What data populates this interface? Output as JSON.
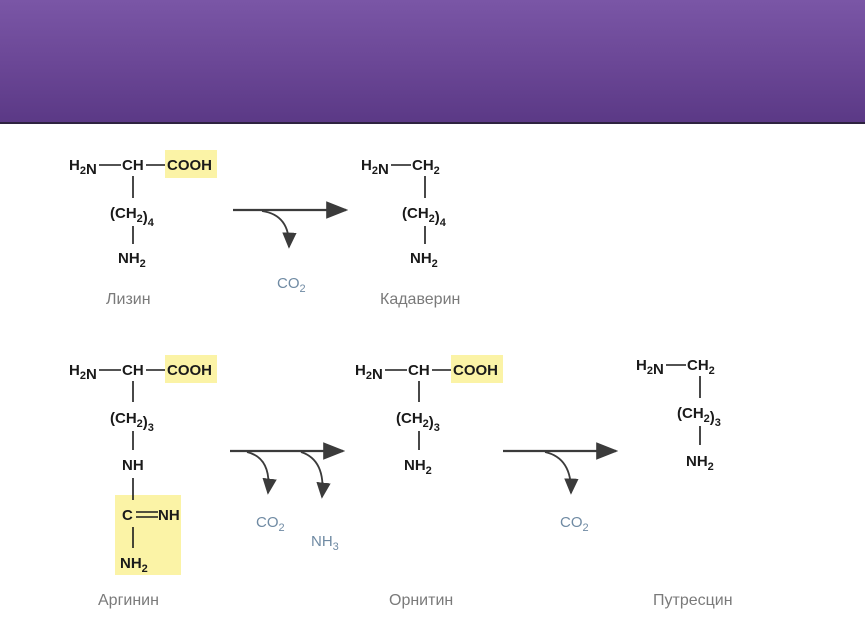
{
  "lysine": {
    "amine": "H2N",
    "ch": "CH",
    "cooh": "COOH",
    "chain": "(CH2)4",
    "nh2": "NH2",
    "name": "Лизин"
  },
  "cadaverine": {
    "amine": "H2N",
    "ch2": "CH2",
    "chain": "(CH2)4",
    "nh2": "NH2",
    "name": "Кадаверин"
  },
  "reaction1": {
    "co2": "CO2"
  },
  "arginine": {
    "amine": "H2N",
    "ch": "CH",
    "cooh": "COOH",
    "chain": "(CH2)3",
    "nh": "NH",
    "c": "C",
    "eq_nh": "NH",
    "nh2": "NH2",
    "name": "Аргинин"
  },
  "reaction2": {
    "co2": "CO2",
    "nh3": "NH3"
  },
  "ornithine": {
    "amine": "H2N",
    "ch": "CH",
    "cooh": "COOH",
    "chain": "(CH2)3",
    "nh2": "NH2",
    "name": "Орнитин"
  },
  "reaction3": {
    "co2": "CO2"
  },
  "putrescine": {
    "amine": "H2N",
    "ch2": "CH2",
    "chain": "(CH2)3",
    "nh2": "NH2",
    "name": "Путресцин"
  },
  "colors": {
    "banner": "#6a4695",
    "highlight": "#fbf3a6",
    "gas": "#6f8aa3"
  }
}
